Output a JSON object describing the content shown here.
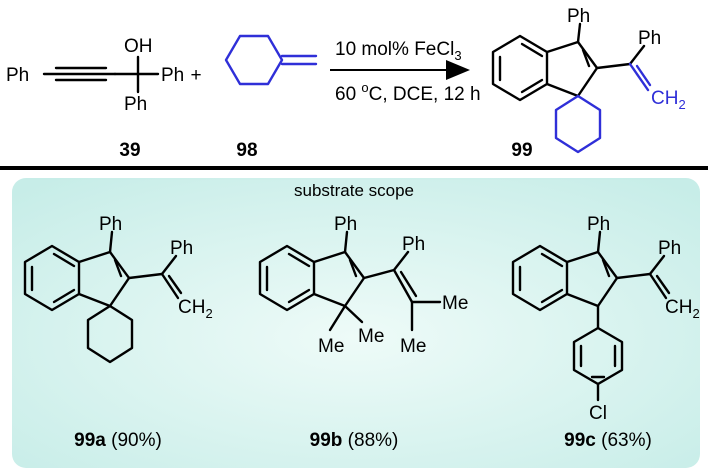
{
  "reaction": {
    "reactant_1": {
      "substituents": [
        "Ph",
        "OH",
        "Ph",
        "Ph"
      ],
      "label": "39"
    },
    "plus": "+",
    "reactant_2": {
      "label": "98"
    },
    "conditions_top": "10 mol% FeCl",
    "conditions_top_sub": "3",
    "conditions_bottom_prefix": "60 ",
    "conditions_bottom_sup": "o",
    "conditions_bottom_suffix": "C, DCE, 12 h",
    "product": {
      "substituents": [
        "Ph",
        "Ph",
        "CH",
        "2"
      ],
      "label": "99"
    }
  },
  "scope": {
    "title": "substrate scope",
    "panel_color": "#d4f0ec",
    "items": [
      {
        "id": "99a",
        "yield": "(90%)",
        "substituents": [
          "Ph",
          "Ph",
          "CH",
          "2"
        ]
      },
      {
        "id": "99b",
        "yield": "(88%)",
        "substituents": [
          "Ph",
          "Ph",
          "Me",
          "Me",
          "Me",
          "Me"
        ]
      },
      {
        "id": "99c",
        "yield": "(63%)",
        "substituents": [
          "Ph",
          "Ph",
          "CH",
          "2",
          "Cl"
        ]
      }
    ]
  },
  "colors": {
    "highlight": "#2f2fd8",
    "ink": "#000000"
  }
}
